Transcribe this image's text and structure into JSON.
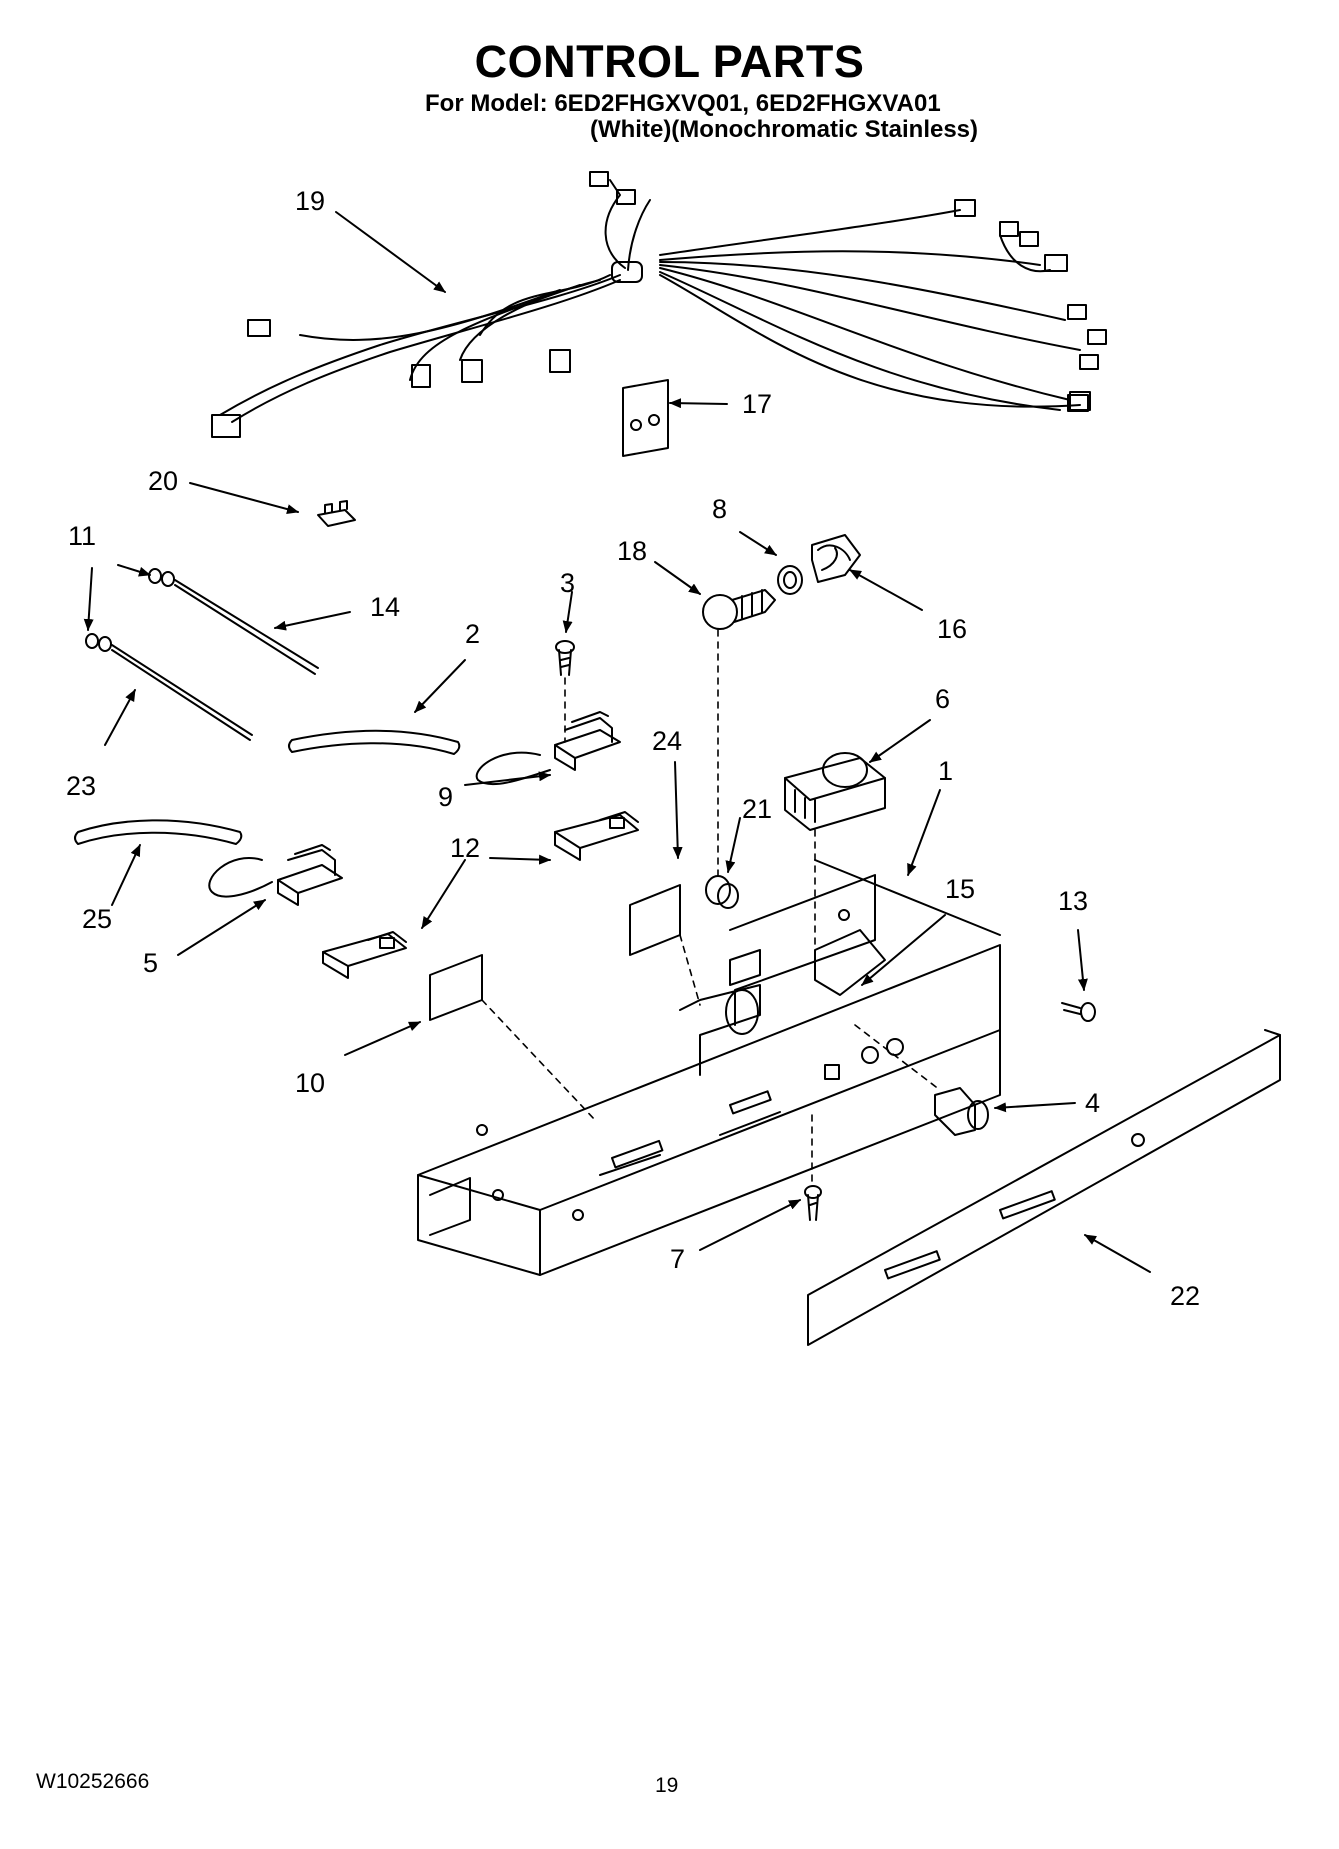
{
  "header": {
    "title": "CONTROL PARTS",
    "model_line": "For Model: 6ED2FHGXVQ01, 6ED2FHGXVA01",
    "variant_line": "(White)(Monochromatic Stainless)"
  },
  "callouts": {
    "c1": "1",
    "c2": "2",
    "c3": "3",
    "c4": "4",
    "c5": "5",
    "c6": "6",
    "c7": "7",
    "c8": "8",
    "c9": "9",
    "c10": "10",
    "c11": "11",
    "c12": "12",
    "c13": "13",
    "c14": "14",
    "c15": "15",
    "c16": "16",
    "c17": "17",
    "c18": "18",
    "c19": "19",
    "c20": "20",
    "c21": "21",
    "c22": "22",
    "c23": "23",
    "c24": "24",
    "c25": "25"
  },
  "footer": {
    "doc_number": "W10252666",
    "page_number": "19"
  }
}
